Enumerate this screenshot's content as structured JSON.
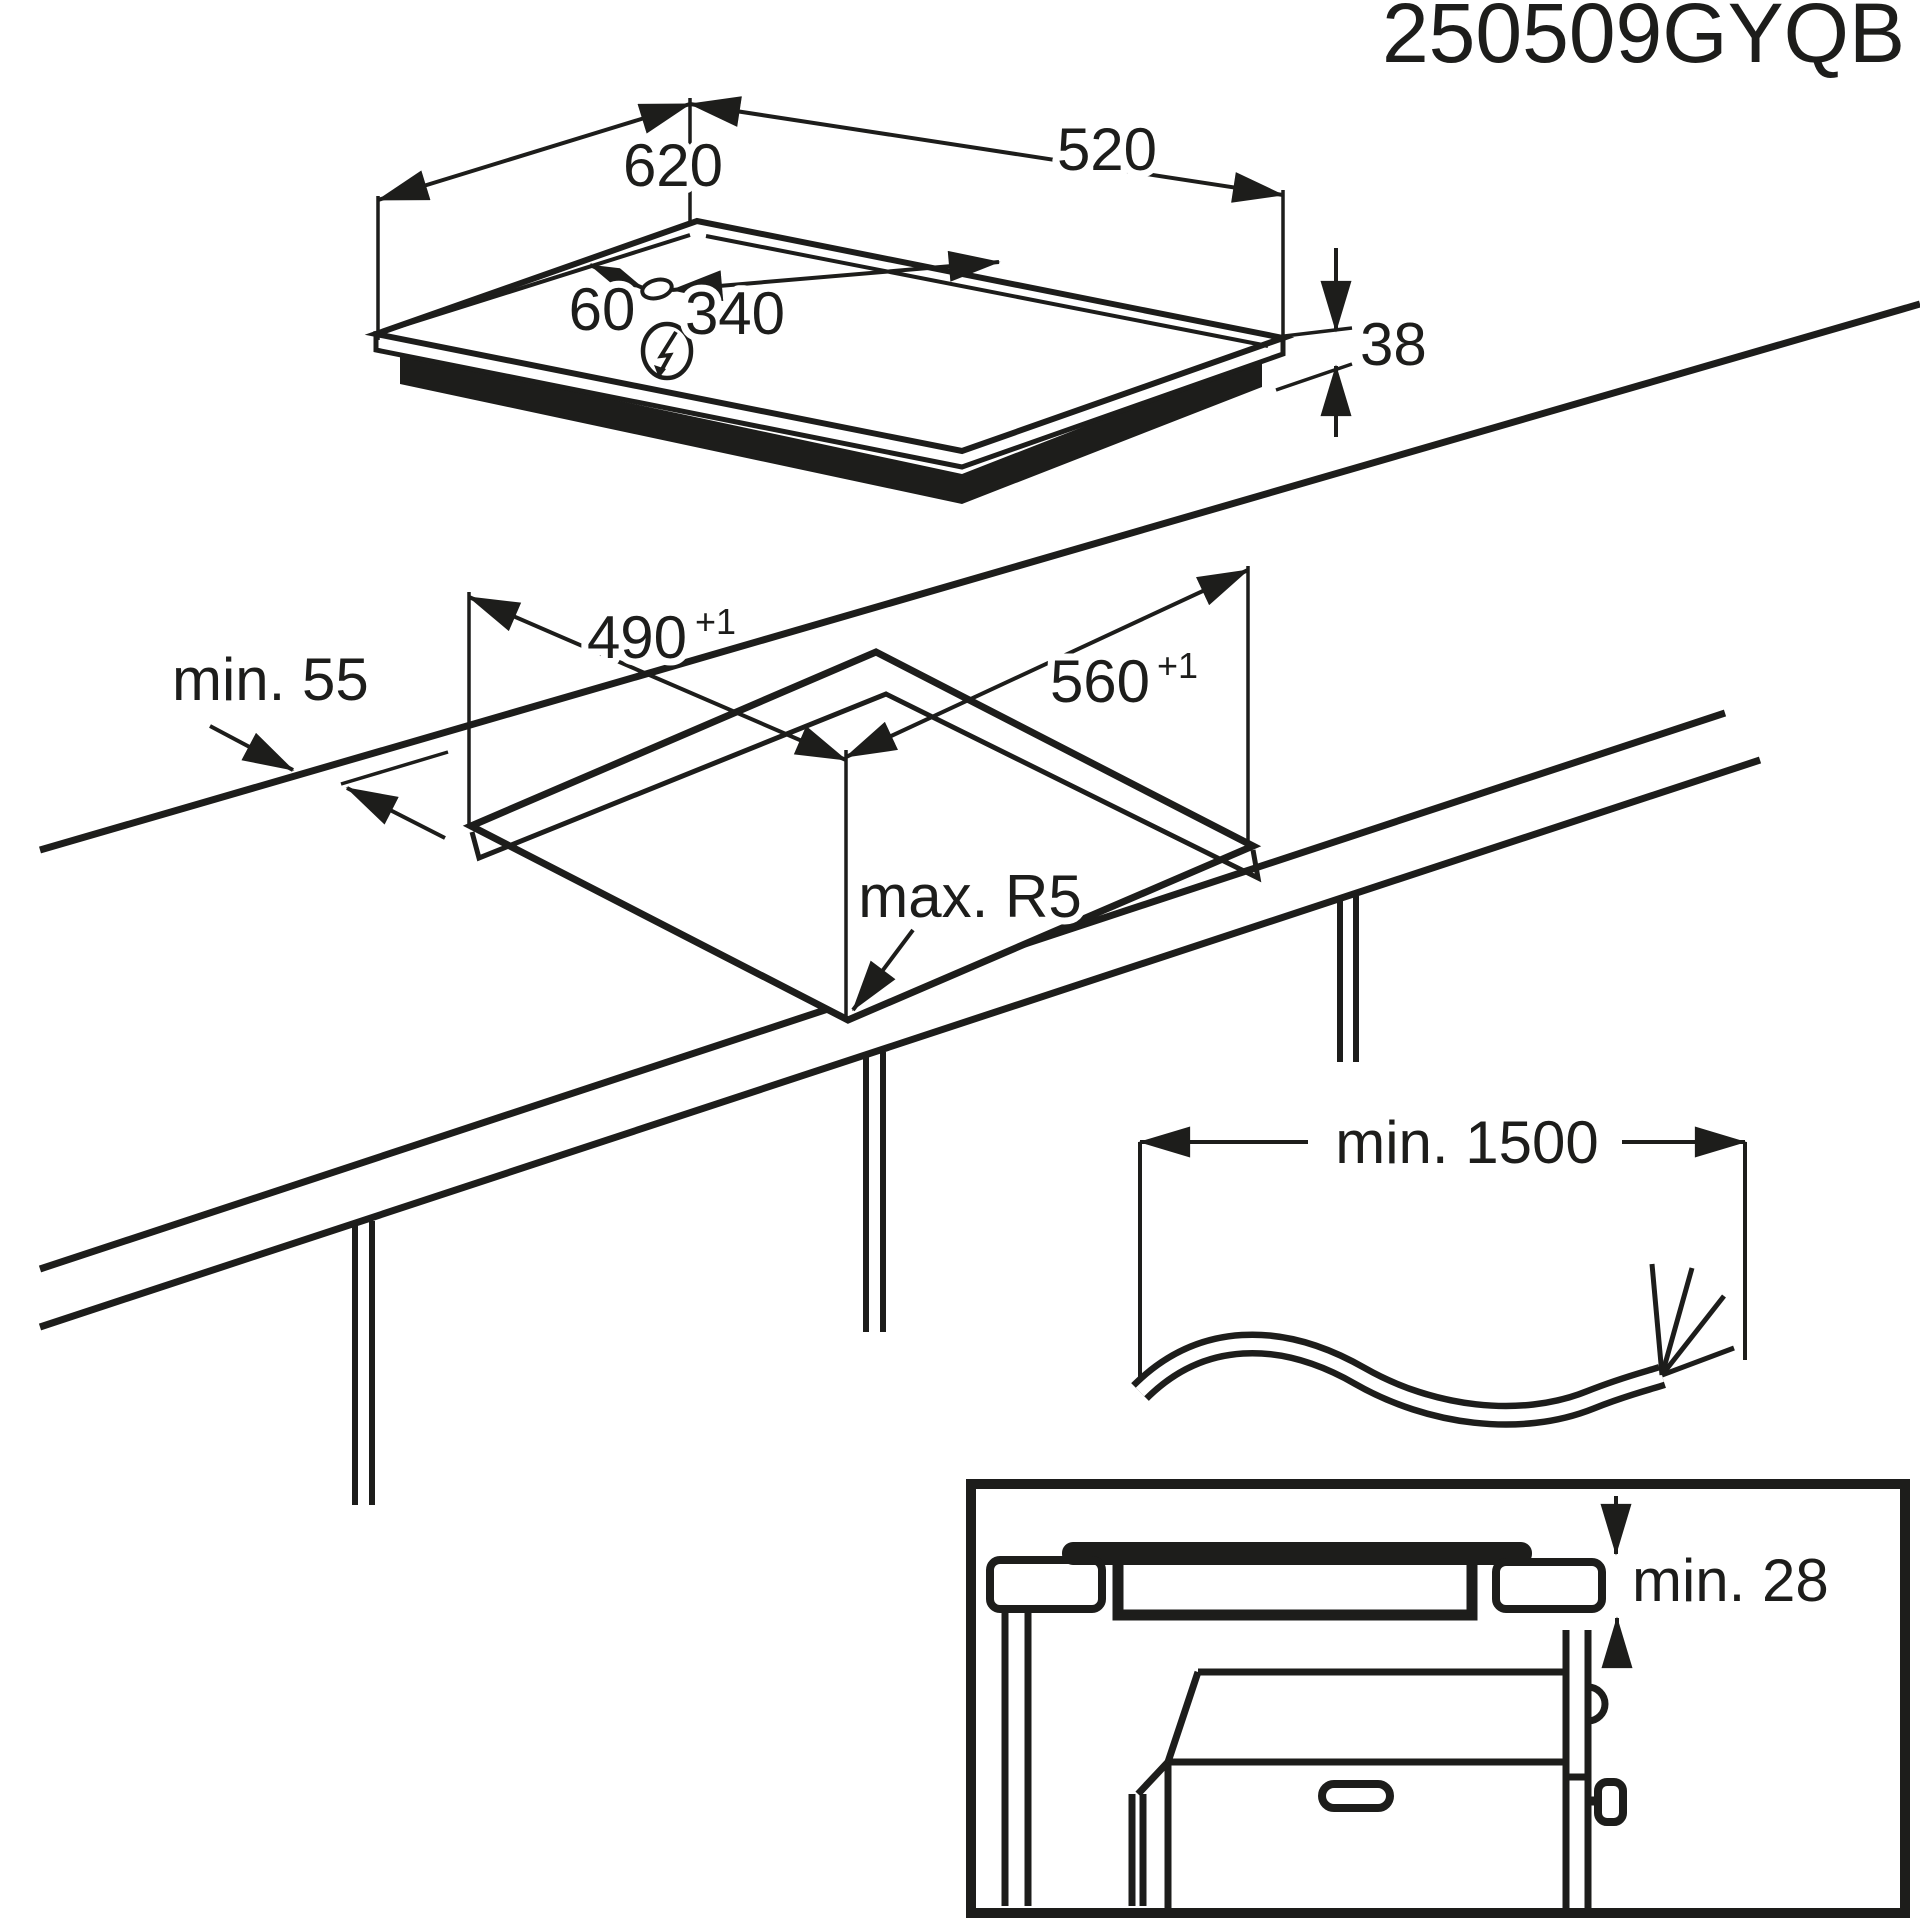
{
  "drawing": {
    "code": "250509GYQB",
    "ink_color": "#1d1d1b",
    "background_color": "#ffffff",
    "hob": {
      "width": "620",
      "depth": "520",
      "thickness": "38",
      "cable_offset_left": "60",
      "cable_offset_right": "340",
      "power_symbol": "lightning-bolt-in-circle"
    },
    "worktop_cutout": {
      "depth": "490",
      "depth_tol": "+1",
      "width": "560",
      "width_tol": "+1",
      "rear_distance": "min. 55",
      "corner_radius": "max. R5"
    },
    "power_cable": {
      "length": "min. 1500"
    },
    "oven_clearance": {
      "gap": "min. 28"
    }
  }
}
